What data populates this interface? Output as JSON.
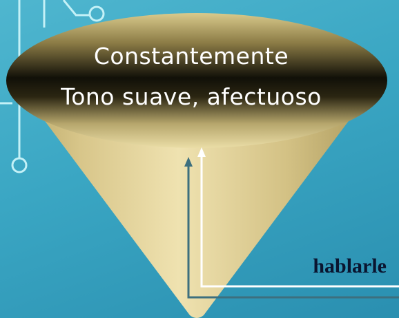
{
  "ellipse_text": {
    "line1": "Constantemente",
    "line2": "Tono suave, afectuoso"
  },
  "arrow_label": "hablarle",
  "colors": {
    "background": "#3aa6c3",
    "cone": "#e6d59a",
    "circuit_lines": "#bff0f6",
    "arrow_white": "#ffffff",
    "arrow_dark": "#3d6f7e",
    "label": "#0a1530"
  }
}
